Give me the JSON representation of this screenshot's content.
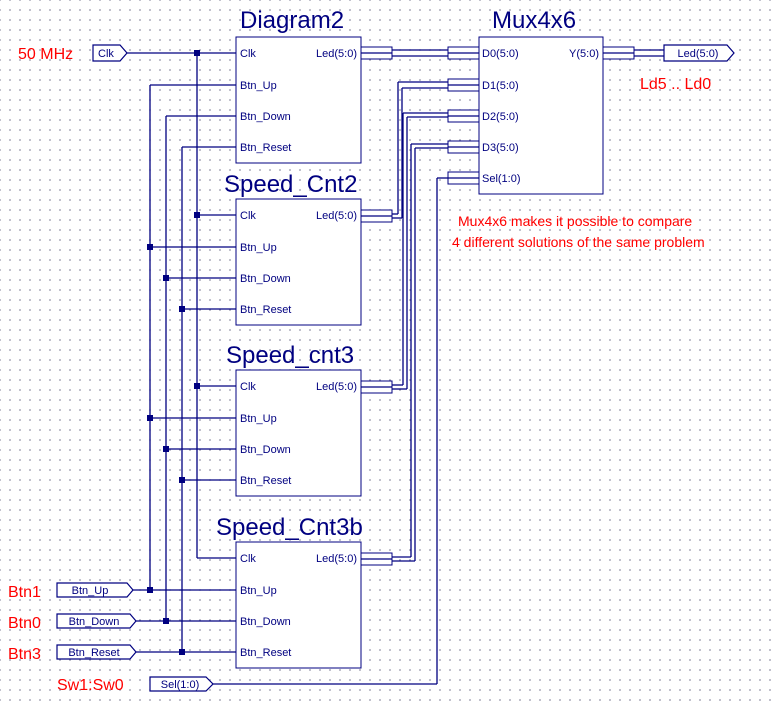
{
  "colors": {
    "wire": "#000080",
    "annotation": "#ff0000",
    "background": "#ffffff"
  },
  "blocks": {
    "diagram2": {
      "title": "Diagram2",
      "pins": {
        "clk": "Clk",
        "btn_up": "Btn_Up",
        "btn_down": "Btn_Down",
        "btn_reset": "Btn_Reset",
        "led": "Led(5:0)"
      }
    },
    "speed_cnt2": {
      "title": "Speed_Cnt2",
      "pins": {
        "clk": "Clk",
        "btn_up": "Btn_Up",
        "btn_down": "Btn_Down",
        "btn_reset": "Btn_Reset",
        "led": "Led(5:0)"
      }
    },
    "speed_cnt3": {
      "title": "Speed_cnt3",
      "pins": {
        "clk": "Clk",
        "btn_up": "Btn_Up",
        "btn_down": "Btn_Down",
        "btn_reset": "Btn_Reset",
        "led": "Led(5:0)"
      }
    },
    "speed_cnt3b": {
      "title": "Speed_Cnt3b",
      "pins": {
        "clk": "Clk",
        "btn_up": "Btn_Up",
        "btn_down": "Btn_Down",
        "btn_reset": "Btn_Reset",
        "led": "Led(5:0)"
      }
    },
    "mux4x6": {
      "title": "Mux4x6",
      "pins": {
        "d0": "D0(5:0)",
        "d1": "D1(5:0)",
        "d2": "D2(5:0)",
        "d3": "D3(5:0)",
        "sel": "Sel(1:0)",
        "y": "Y(5:0)"
      }
    }
  },
  "ports": {
    "clk": "Clk",
    "btn_up": "Btn_Up",
    "btn_down": "Btn_Down",
    "btn_reset": "Btn_Reset",
    "sel": "Sel(1:0)",
    "led_out": "Led(5:0)"
  },
  "annotations": {
    "clock": "50 MHz",
    "btn1": "Btn1",
    "btn0": "Btn0",
    "btn3": "Btn3",
    "switches": "Sw1:Sw0",
    "leds": "Ld5 .. Ld0",
    "note_line1": "Mux4x6 makes it possible to compare",
    "note_line2": "4 different solutions of the same problem"
  }
}
